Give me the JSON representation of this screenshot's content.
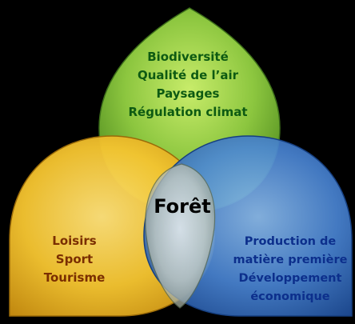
{
  "diagram": {
    "center_label": "Forêt",
    "top_petal": {
      "color": "#8cc63f",
      "lines": [
        "Biodiversité",
        "Qualité de l’air",
        "Paysages",
        "Régulation climat"
      ]
    },
    "left_petal": {
      "color": "#f4c430",
      "lines": [
        "Loisirs",
        "Sport",
        "Tourisme"
      ]
    },
    "right_petal": {
      "color": "#4a86d6",
      "lines": [
        "Production de",
        "matière première",
        "Développement",
        "économique"
      ]
    }
  }
}
